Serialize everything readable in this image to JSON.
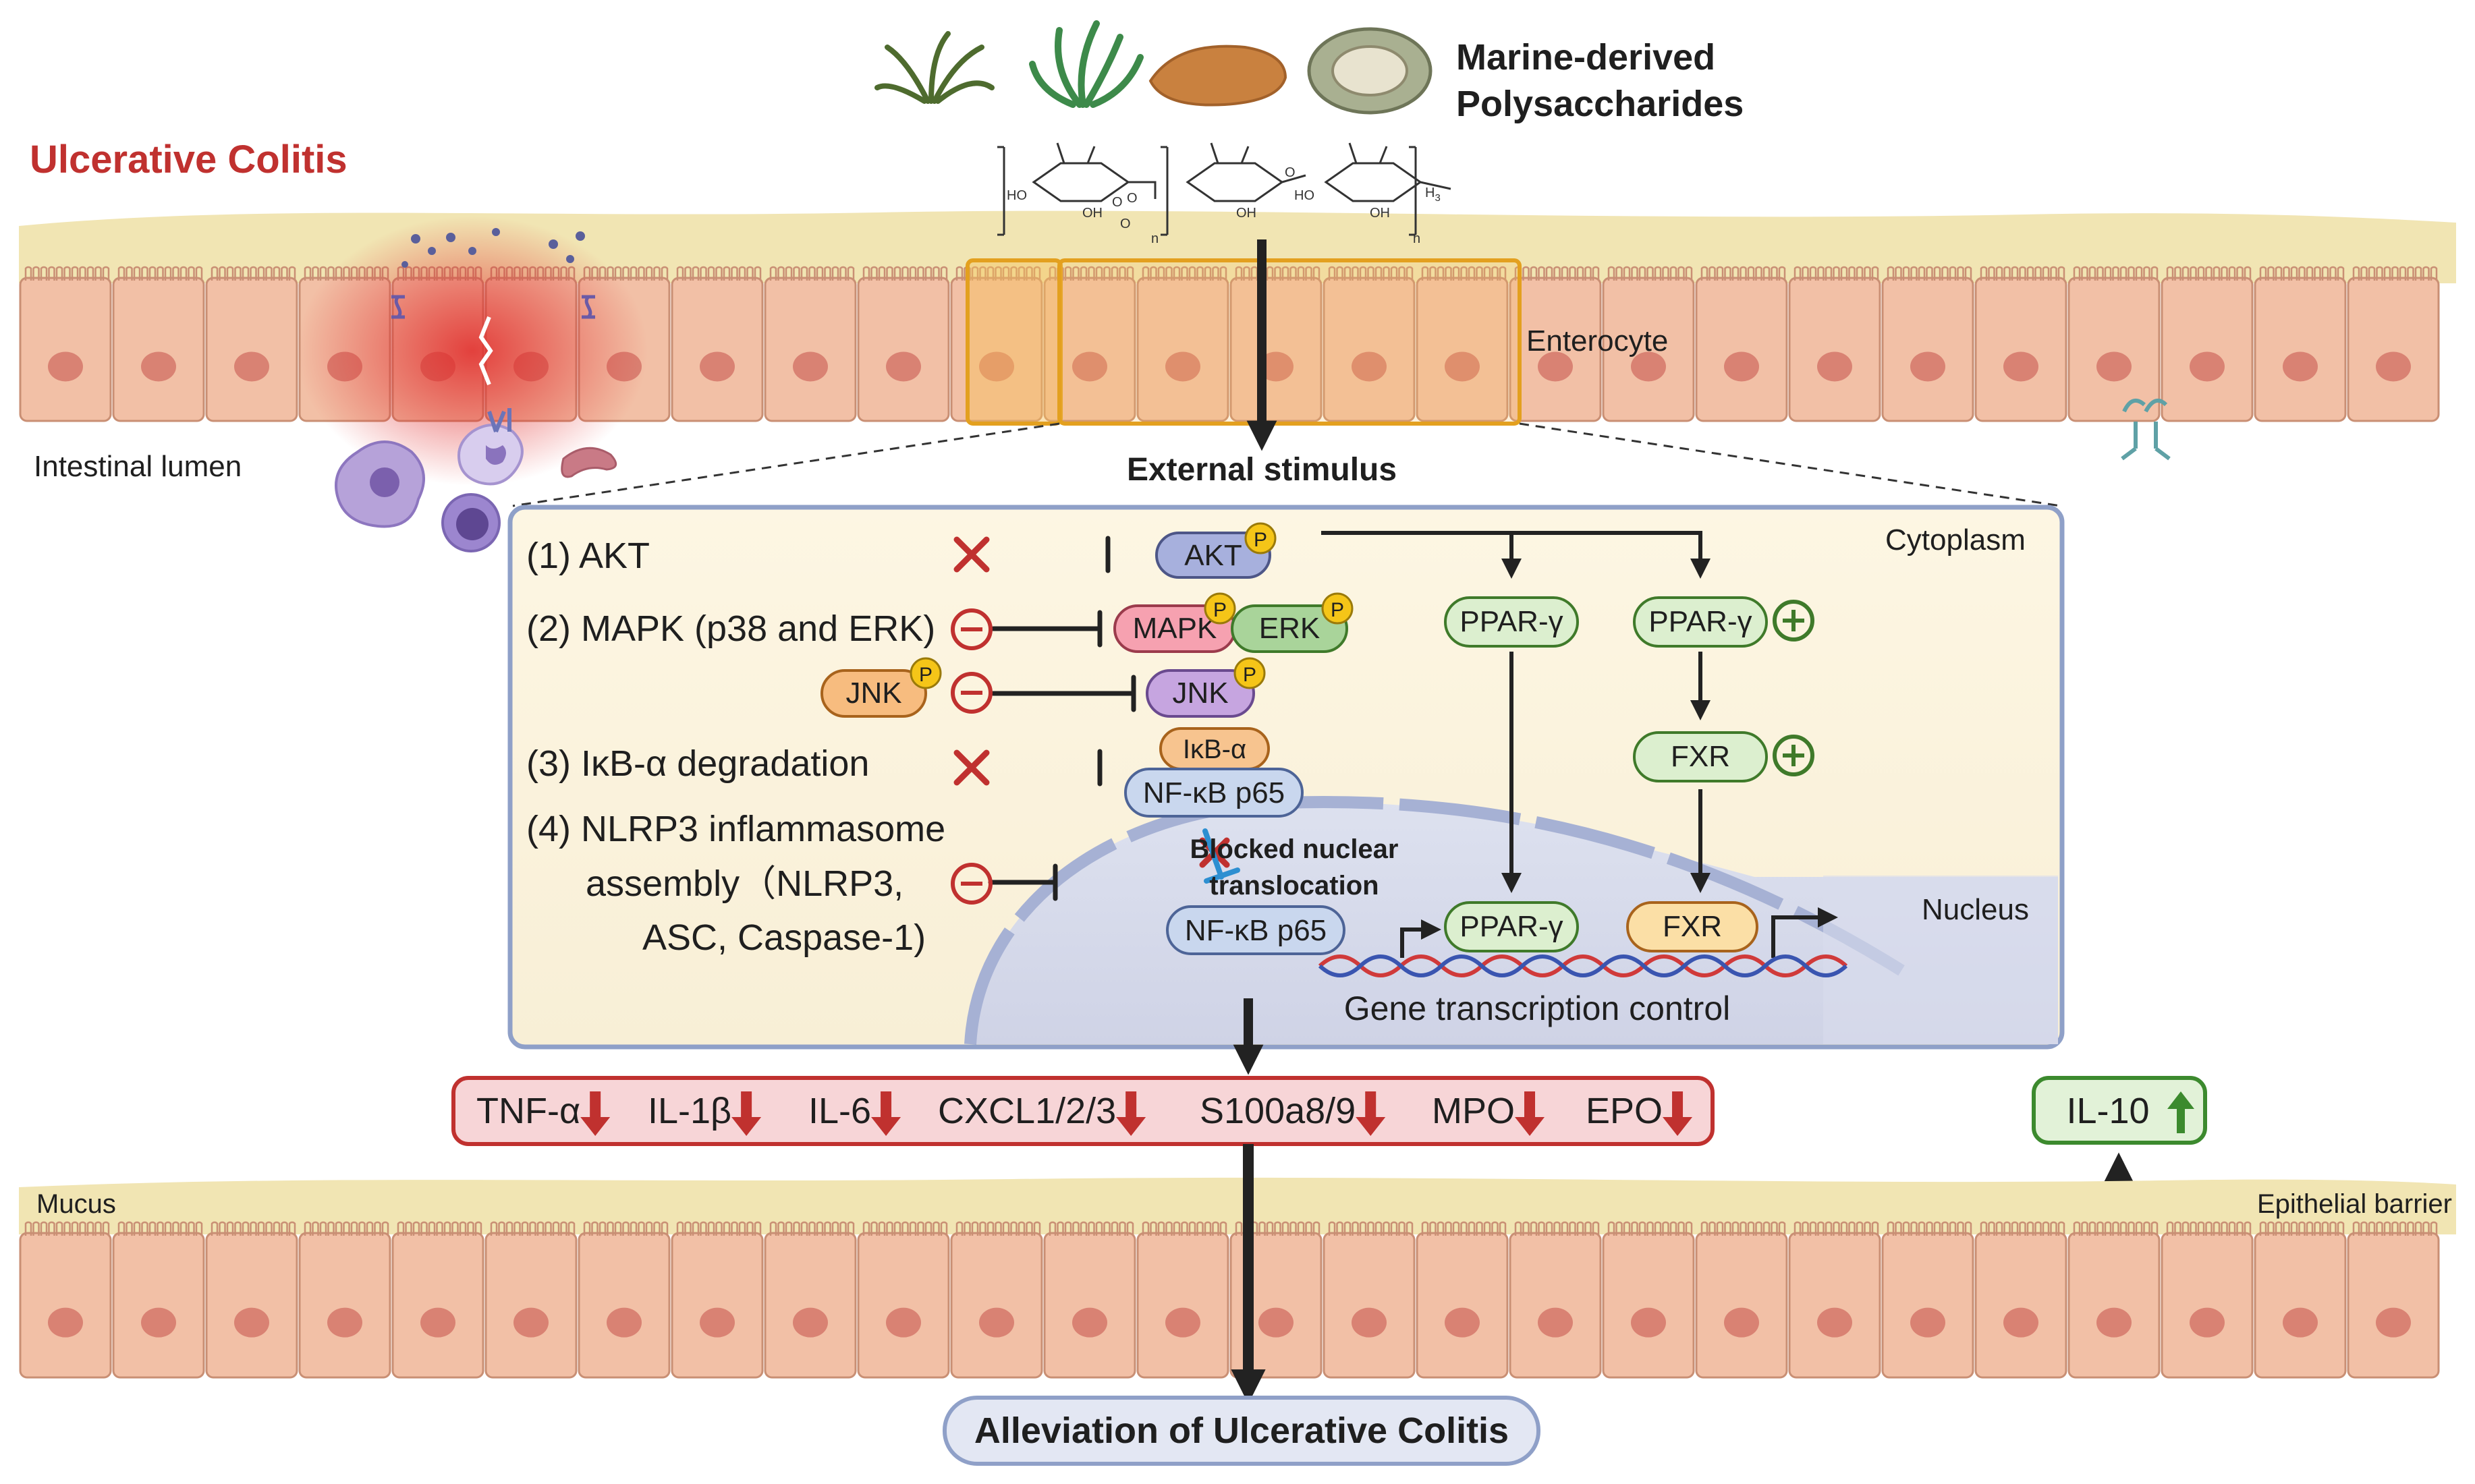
{
  "header": {
    "disease_title": "Ulcerative Colitis",
    "source_title_line1": "Marine-derived",
    "source_title_line2": "Polysaccharides",
    "chem": {
      "ho": "HO",
      "oh": "OH",
      "o": "O",
      "n": "n",
      "h3": "H",
      "sub3": "3"
    }
  },
  "labels": {
    "enterocyte": "Enterocyte",
    "intestinal_lumen": "Intestinal lumen",
    "external_stimulus": "External stimulus",
    "cytoplasm": "Cytoplasm",
    "nucleus": "Nucleus",
    "mucus": "Mucus",
    "epithelial_barrier": "Epithelial barrier",
    "blocked_line1": "Blocked nuclear",
    "blocked_line2": "translocation",
    "gene_transcription": "Gene transcription control",
    "alleviation": "Alleviation of Ulcerative Colitis"
  },
  "pathways": {
    "akt": "(1) AKT",
    "mapk": "(2) MAPK (p38 and ERK)",
    "ikb": "(3) IκB-α degradation",
    "nlrp3_line1": "(4) NLRP3 inflammasome",
    "nlrp3_line2": "assembly（NLRP3,",
    "nlrp3_line3": "ASC, Caspase-1)"
  },
  "nodes": {
    "akt": "AKT",
    "mapk": "MAPK",
    "erk": "ERK",
    "jnk_left": "JNK",
    "jnk_right": "JNK",
    "ikb": "IκB-α",
    "nfkb_cyto": "NF-κB p65",
    "nfkb_nuc": "NF-κB p65",
    "ppar_cyto_1": "PPAR-γ",
    "ppar_cyto_2": "PPAR-γ",
    "fxr_cyto": "FXR",
    "ppar_nuc": "PPAR-γ",
    "fxr_nuc": "FXR",
    "phospho": "P"
  },
  "cytokines_down": [
    "TNF-α",
    "IL-1β",
    "IL-6",
    "CXCL1/2/3",
    "S100a8/9",
    "MPO",
    "EPO"
  ],
  "cytokine_up": "IL-10",
  "colors": {
    "disease_red": "#c0312f",
    "cell_fill": "#f2c0a6",
    "nucleus_fill": "#d98273",
    "mucus": "#f1e5b3",
    "panel_fill": "#fbf3dd",
    "panel_border": "#8fa0c8",
    "nucleus_region": "#d9dcec",
    "akt_fill": "#a7b0dd",
    "mapk_fill": "#f6a1b0",
    "erk_fill": "#a9d49a",
    "jnk_left_fill": "#f7bc7f",
    "jnk_right_fill": "#c6a5e0",
    "ikb_fill": "#f7c48f",
    "nfkb_fill": "#c9d7ee",
    "green_node_fill": "#dcefcf",
    "green_border": "#3f7a2a",
    "fxr_nuc_fill": "#fbdfa6",
    "phospho": "#f5c518",
    "inhibit_red": "#c0312f",
    "cytokine_bar_fill": "#f7d5d7",
    "cytokine_bar_border": "#c0312f",
    "up_arrow": "#3c8a2e",
    "arrow_dark": "#222222",
    "alleviation_fill": "#e3e7f3"
  }
}
